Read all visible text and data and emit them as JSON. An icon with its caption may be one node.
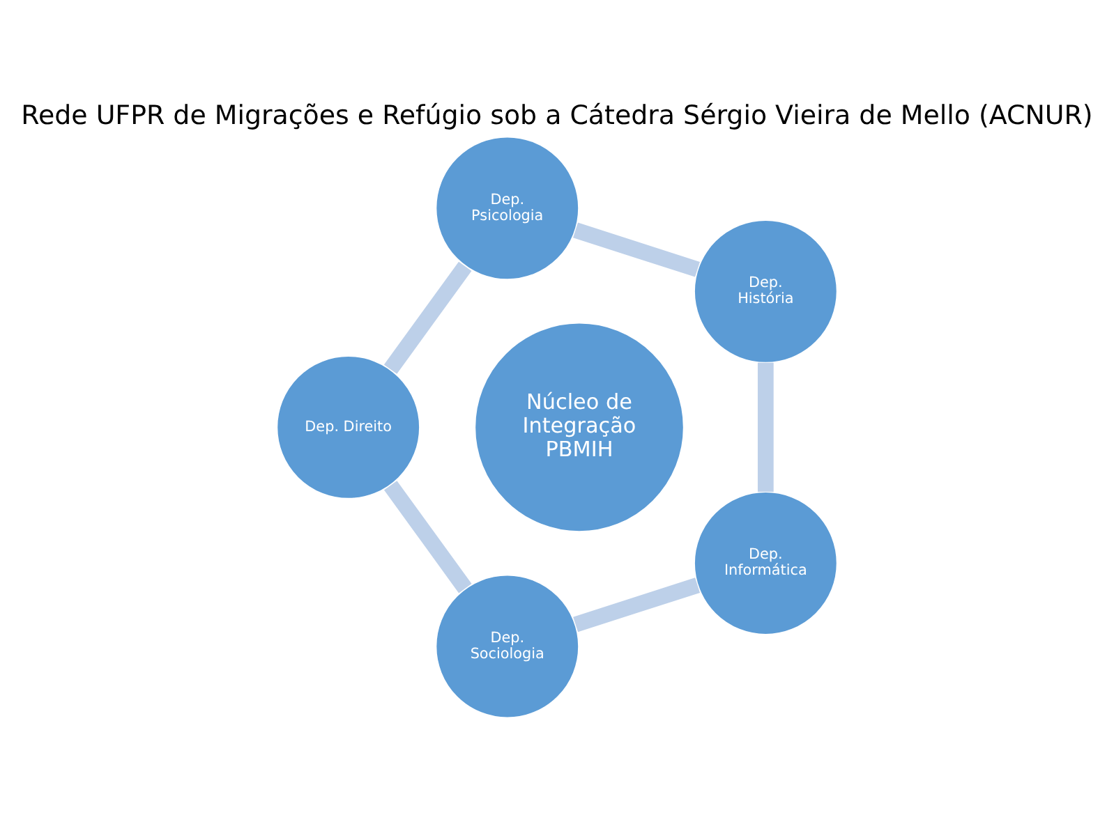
{
  "diagram": {
    "title": "Rede UFPR de Migrações e Refúgio sob a Cátedra Sérgio Vieira de Mello (ACNUR)",
    "nodes": [
      {
        "text": [
          "Núcleo de Integração PBMIH"
        ]
      },
      {
        "text": [
          "Dep. História"
        ]
      },
      {
        "text": [
          "Dep. Psicologia"
        ]
      },
      {
        "text": [
          "Dep. Direito"
        ]
      },
      {
        "text": [
          "Dep. Sociologia"
        ]
      },
      {
        "text": [
          "Dep. Informática"
        ]
      }
    ],
    "edges": [
      {
        "from": 1,
        "to": 2,
        "arrow": "none"
      },
      {
        "from": 2,
        "to": 3,
        "arrow": "none"
      },
      {
        "from": 3,
        "to": 4,
        "arrow": "none"
      },
      {
        "from": 4,
        "to": 5,
        "arrow": "none"
      },
      {
        "from": 5,
        "to": 1,
        "arrow": "none"
      }
    ]
  }
}
